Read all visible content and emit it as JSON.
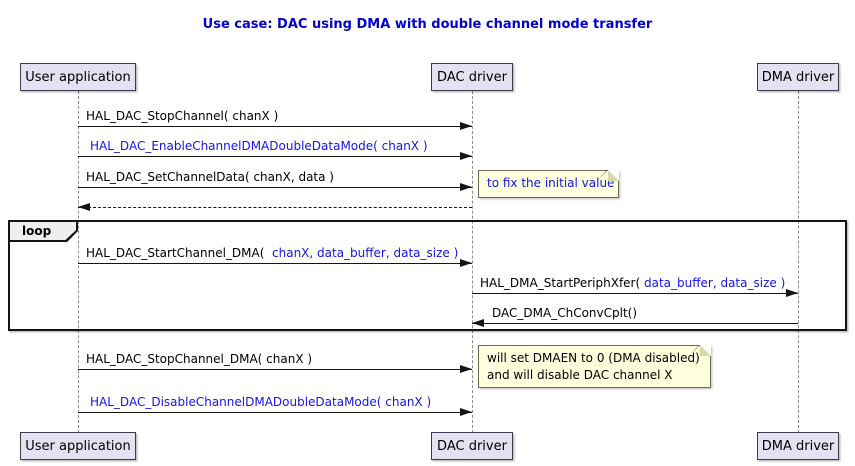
{
  "title": "Use case: DAC using DMA with double channel mode transfer",
  "participants": {
    "user": "User application",
    "dac": "DAC driver",
    "dma": "DMA driver"
  },
  "loop": {
    "label": "loop"
  },
  "messages": {
    "stop_channel": "HAL_DAC_StopChannel( chanX )",
    "enable_ddm": "HAL_DAC_EnableChannelDMADoubleDataMode( chanX )",
    "set_channel_data": "HAL_DAC_SetChannelData( chanX, data )",
    "start_channel_dma_fn": "HAL_DAC_StartChannel_DMA(",
    "start_channel_dma_args": "  chanX, data_buffer, data_size )",
    "start_periph_xfer_fn": "HAL_DMA_StartPeriphXfer(",
    "start_periph_xfer_args": " data_buffer, data_size )",
    "ch_conv_cplt": "DAC_DMA_ChConvCplt()",
    "stop_channel_dma": "HAL_DAC_StopChannel_DMA( chanX )",
    "disable_ddm": "HAL_DAC_DisableChannelDMADoubleDataMode( chanX )"
  },
  "notes": {
    "initial_value": "to fix the initial value",
    "stop_line1": "will set DMAEN to 0 (DMA disabled)",
    "stop_line2": "and will disable DAC channel X"
  },
  "colors": {
    "title_blue": "#0202CC",
    "message_blue": "#1414E8",
    "note_bg": "#FEFFDD",
    "participant_bg": "#E2E2F0"
  }
}
